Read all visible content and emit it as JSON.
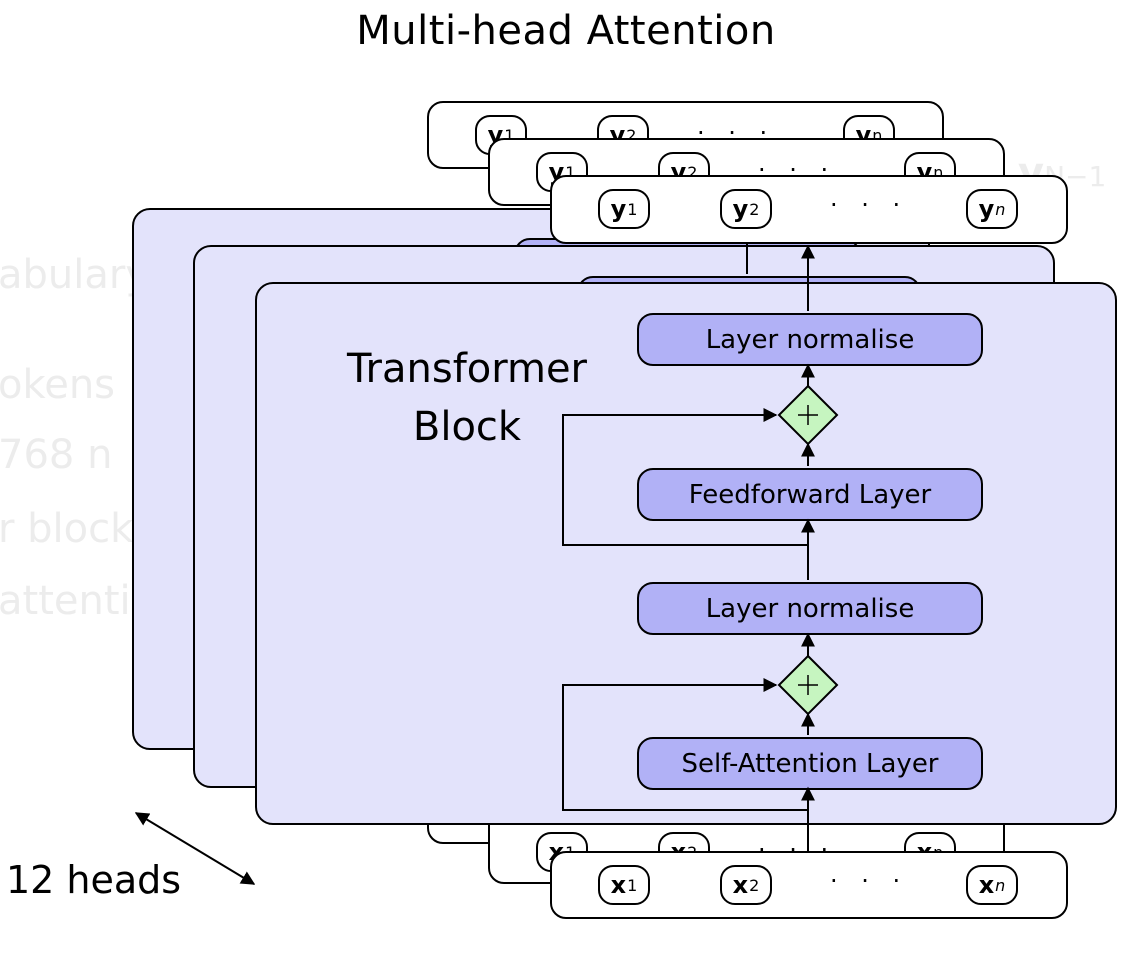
{
  "title": "Multi-head Attention",
  "background_ghost_text": {
    "left_lines": [
      "abulary",
      "okens",
      "768 n",
      "r block",
      "attenti"
    ],
    "right_token": "y",
    "right_token_sub": "N−1"
  },
  "block_label_line1": "Transformer",
  "block_label_line2": "Block",
  "heads_label": "12 heads",
  "layers": {
    "top_norm": "Layer normalise",
    "feedforward": "Feedforward Layer",
    "mid_norm": "Layer normalise",
    "self_attention": "Self-Attention Layer"
  },
  "add_symbol": "+",
  "outputs": {
    "tokens": [
      {
        "base": "y",
        "sub": "1"
      },
      {
        "base": "y",
        "sub": "2"
      },
      {
        "base": "y",
        "sub": "n"
      }
    ],
    "ellipsis": "· · ·"
  },
  "inputs": {
    "tokens": [
      {
        "base": "x",
        "sub": "1"
      },
      {
        "base": "x",
        "sub": "2"
      },
      {
        "base": "x",
        "sub": "n"
      }
    ],
    "ellipsis": "· · ·"
  },
  "colors": {
    "panel_fill": "#e3e3fb",
    "layer_fill": "#b1b1f6",
    "add_fill": "#c6f5c0",
    "stroke": "#000000"
  }
}
